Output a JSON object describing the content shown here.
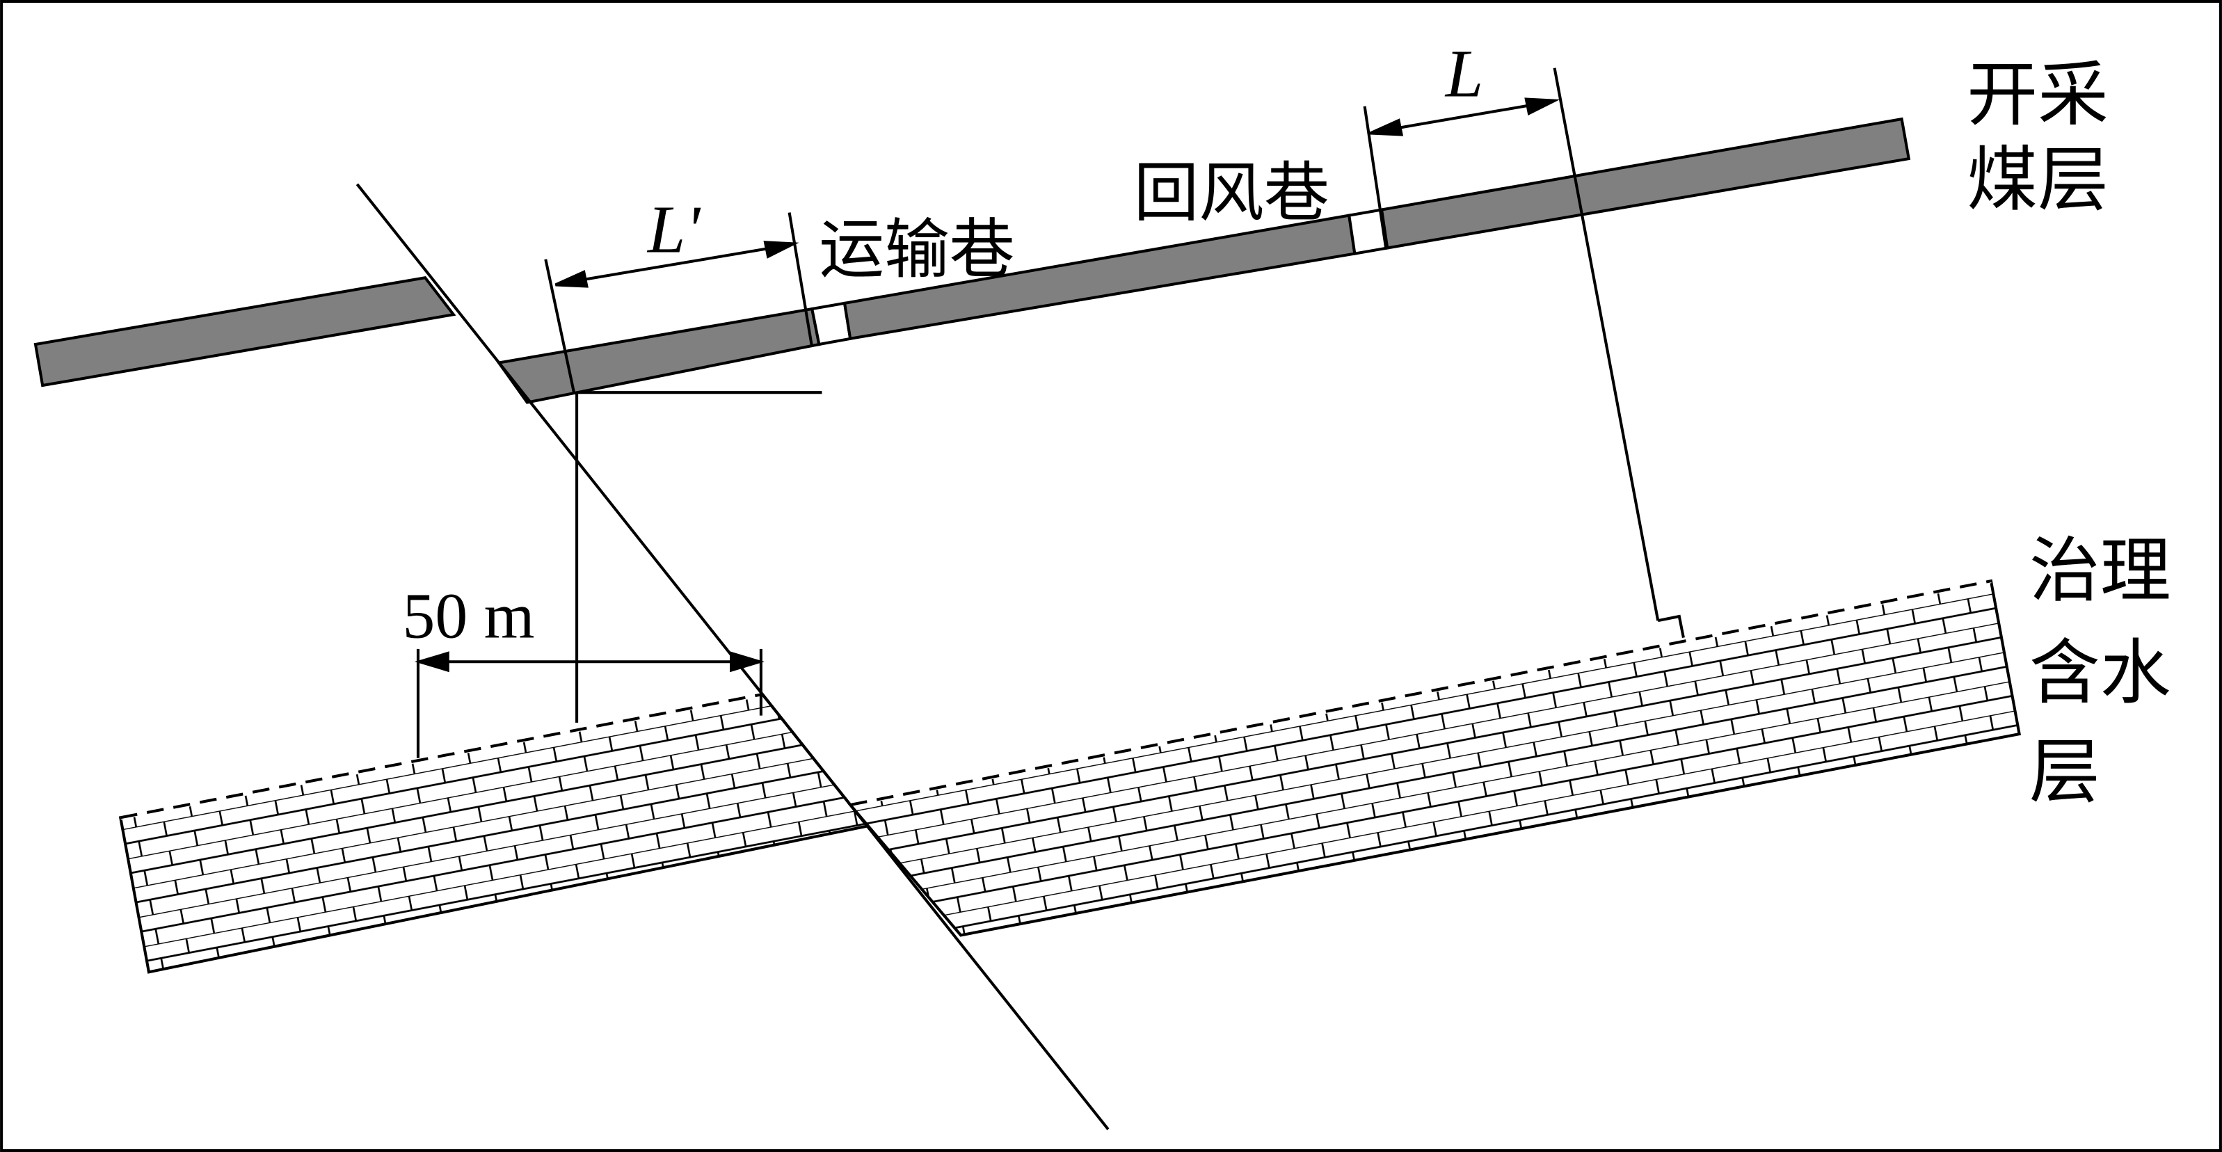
{
  "labels": {
    "mining_seam_line1": "开采",
    "mining_seam_line2": "煤层",
    "transport_roadway": "运输巷",
    "return_air_roadway": "回风巷",
    "aquifer_line1": "治理",
    "aquifer_line2": "含水",
    "aquifer_line3": "层",
    "dim_L": "L",
    "dim_L_prime": "L'",
    "dim_50m": "50 m"
  },
  "colors": {
    "coal": "#808080",
    "line": "#000000",
    "background": "#ffffff"
  }
}
